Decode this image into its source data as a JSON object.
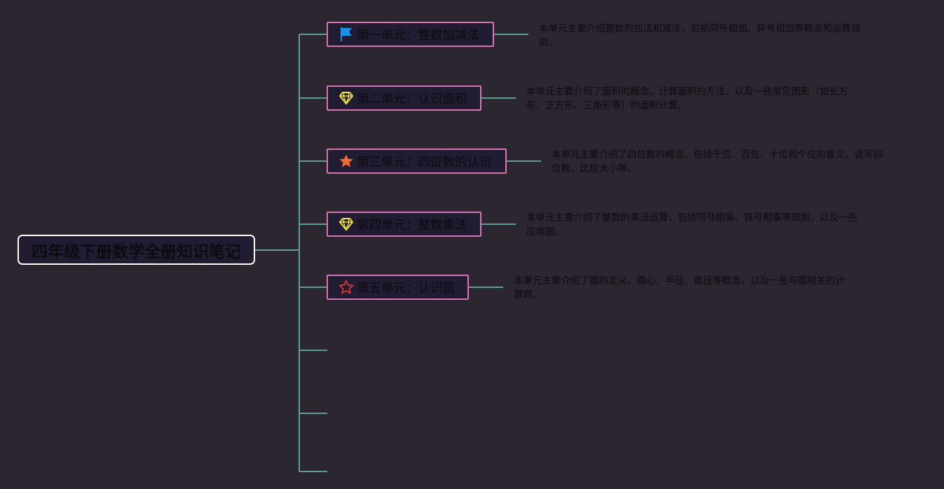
{
  "mindmap": {
    "root": {
      "label": "四年级下册数学全册知识笔记"
    },
    "topics": [
      {
        "icon": "flag-icon",
        "icon_color": "#1e90e6",
        "label": "第一单元：整数加减法",
        "note_lines": [
          "本单元主要介绍整数的加法和减法，包括同号相加、异号相加等概念和运算规",
          "则。"
        ]
      },
      {
        "icon": "diamond-icon",
        "icon_color": "#f0e04a",
        "label": "第二单元：认识面积",
        "note_lines": [
          "本单元主要介绍了面积的概念、计算面积的方法，以及一些常见图形（如长方",
          "形、正方形、三角形等）的面积计算。"
        ]
      },
      {
        "icon": "star-filled-icon",
        "icon_color": "#f06a38",
        "label": "第三单元：四位数的认识",
        "note_lines": [
          "本单元主要介绍了四位数的概念，包括千位、百位、十位和个位的意义、读写四",
          "位数、比较大小等。"
        ]
      },
      {
        "icon": "diamond-icon",
        "icon_color": "#f0e04a",
        "label": "第四单元：整数乘法",
        "note_lines": [
          "本单元主要介绍了整数的乘法运算，包括同号相乘、异号相乘等规则，以及一些",
          "应用题。"
        ]
      },
      {
        "icon": "star-outline-icon",
        "icon_color": "#e23a3a",
        "label": "第五单元：认识圆",
        "note_lines": [
          "本单元主要介绍了圆的定义、圆心、半径、直径等概念，以及一些与圆相关的计",
          "算题。"
        ]
      }
    ],
    "colors": {
      "background": "#2b262f",
      "connector": "#5f9e96",
      "topic_border": "#d875b4",
      "root_border": "#ffffff",
      "node_fill": "#221c33",
      "text": "#0c0b10"
    }
  }
}
